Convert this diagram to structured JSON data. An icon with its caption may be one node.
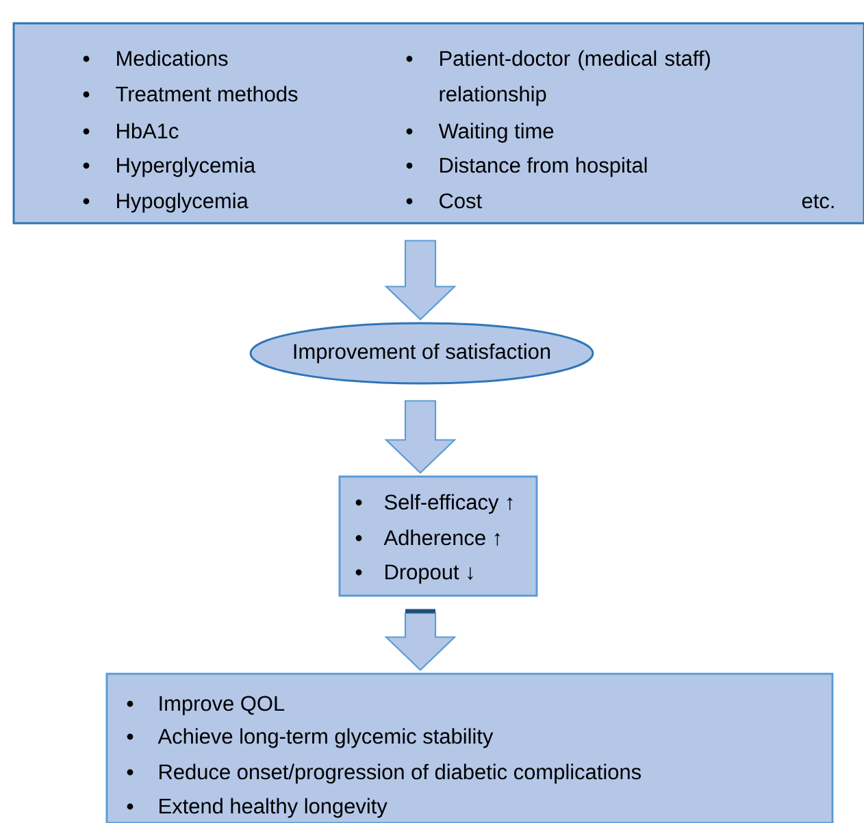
{
  "diagram": {
    "nodes": [
      {
        "text": [
          "Medications",
          "Treatment methods",
          "HbA1c",
          "Hyperglycemia",
          "Hypoglycemia",
          "Patient-doctor (medical staff) relationship",
          "Waiting time",
          "Distance from hospital",
          "Cost",
          "etc."
        ]
      },
      {
        "text": [
          "Improvement of satisfaction"
        ]
      },
      {
        "text": [
          "Self-efficacy ↑",
          "Adherence ↑",
          "Dropout ↓"
        ]
      },
      {
        "text": [
          "Improve QOL",
          "Achieve long-term glycemic stability",
          "Reduce onset/progression of diabetic complications",
          "Extend healthy longevity"
        ]
      }
    ],
    "edges": [
      {
        "from": 0,
        "to": 1,
        "arrow": "to"
      },
      {
        "from": 1,
        "to": 2,
        "arrow": "to"
      },
      {
        "from": 2,
        "to": 3,
        "arrow": "to"
      }
    ]
  }
}
